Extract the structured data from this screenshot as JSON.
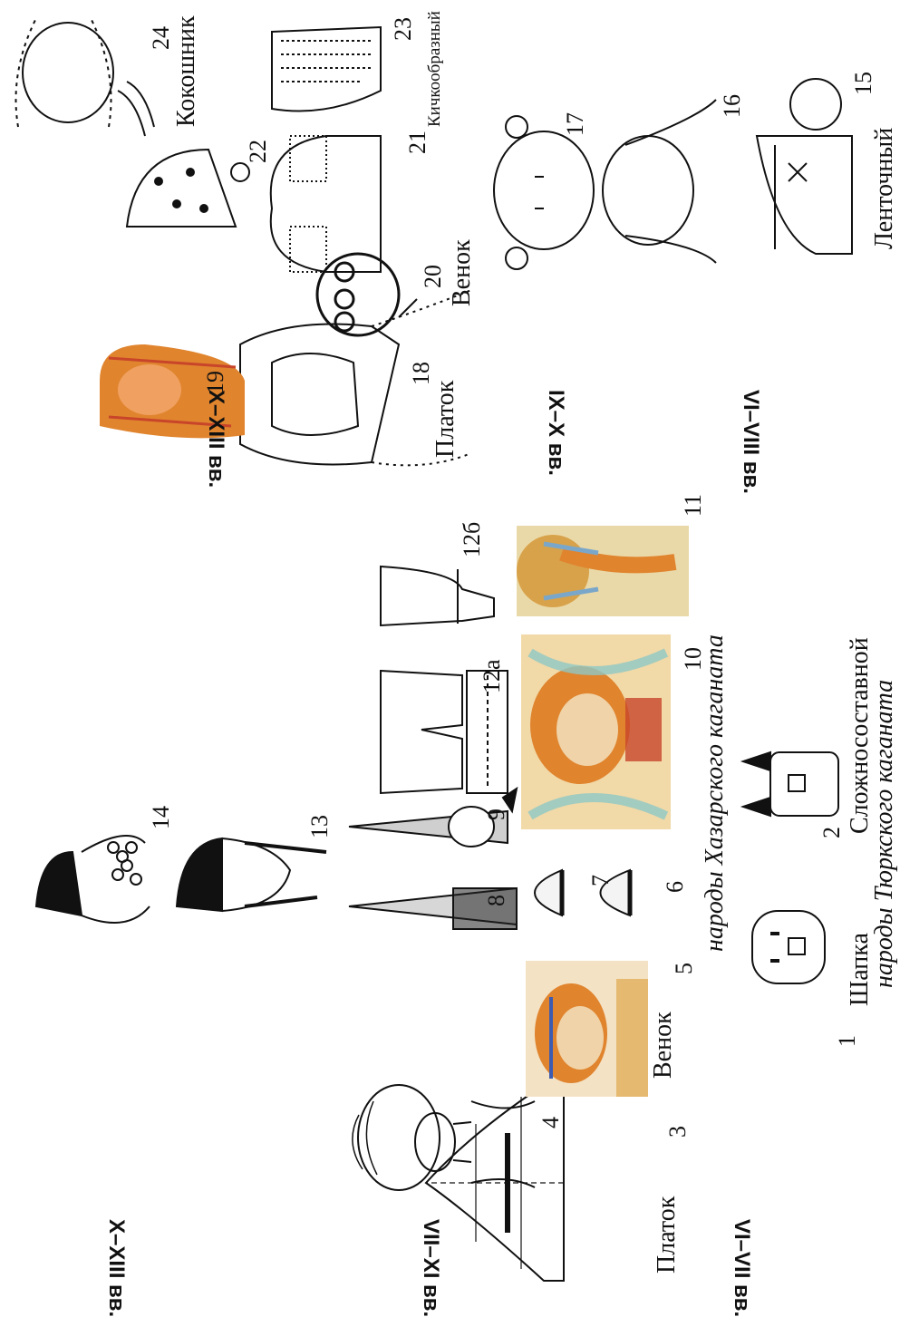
{
  "periods": {
    "top_left": "X–XIII вв.",
    "mid_left": "VII–XI вв.",
    "bottom_left": "VI–VII вв.",
    "top_right": "X–XIII вв.",
    "mid_right": "IX–X вв.",
    "bottom_right": "VI–VIII вв."
  },
  "labels": {
    "platok_left": "Платок",
    "venok_left": "Венок",
    "shapka": "Шапка",
    "slozhnosostavnoy": "Сложносоставной",
    "khazar": "народы Хазарского каганата",
    "turk": "народы Тюркского каганата",
    "platok_right": "Платок",
    "venok_right": "Венок",
    "kokoshnik": "Кокошник",
    "kichkoobrazny": "Кичкообразный",
    "lentochny": "Ленточный"
  },
  "numbers": {
    "n1": "1",
    "n2": "2",
    "n3": "3",
    "n4": "4",
    "n5": "5",
    "n6": "6",
    "n7": "7",
    "n8": "8",
    "n9": "9",
    "n10": "10",
    "n11": "11",
    "n12a": "12а",
    "n12b": "12б",
    "n13": "13",
    "n14": "14",
    "n15": "15",
    "n16": "16",
    "n17": "17",
    "n18": "18",
    "n19": "19",
    "n20": "20",
    "n21": "21",
    "n22": "22",
    "n23": "23",
    "n24": "24"
  },
  "colors": {
    "accent_orange": "#e0842e",
    "accent_red": "#c8452a",
    "accent_blue": "#7aa7c9",
    "accent_teal": "#8ec8c4",
    "skin": "#f0d3a8",
    "cloth": "#e8c88c"
  }
}
